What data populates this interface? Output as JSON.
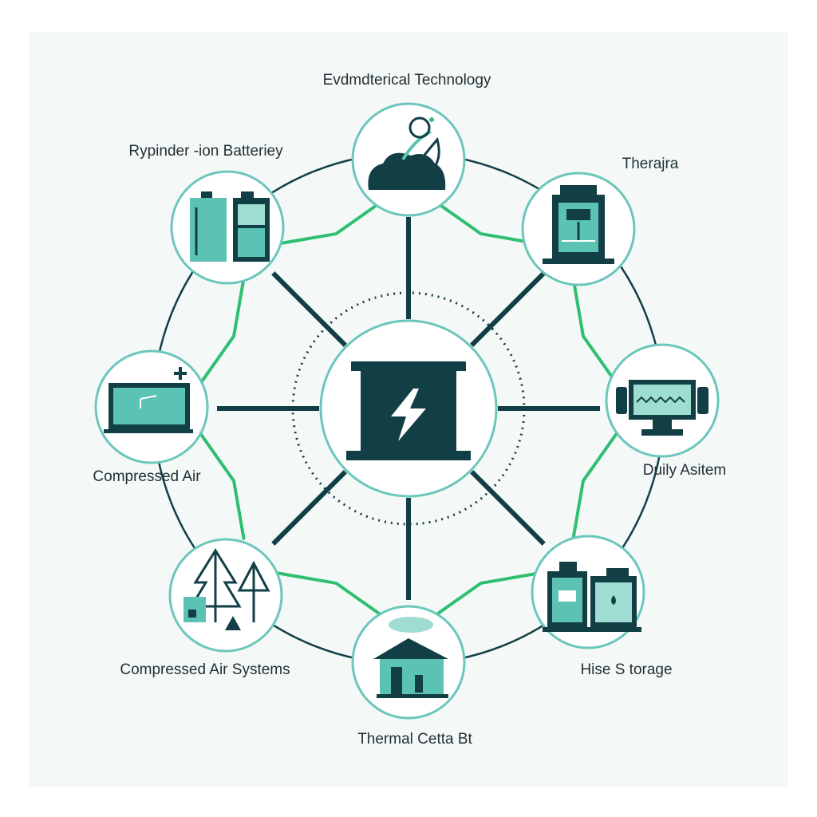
{
  "colors": {
    "background": "#f4f9f8",
    "dark": "#123f45",
    "teal": "#5cc2b4",
    "teal_light": "#9fdcd2",
    "green": "#2fbf71",
    "ring": "#6cc6bb"
  },
  "hub": {
    "icon": "lightning-battery-icon"
  },
  "nodes": [
    {
      "label": "Evdmdterical Technology",
      "icon": "hand-cloud-icon"
    },
    {
      "label": "Therajra",
      "icon": "thermal-machine-icon"
    },
    {
      "label": "Duily Asitem",
      "icon": "monitor-wave-icon"
    },
    {
      "label": "Hise S torage",
      "icon": "storage-cabinets-icon"
    },
    {
      "label": "Thermal Cetta Bt",
      "icon": "house-cloud-icon"
    },
    {
      "label": "Compressed Air Systems",
      "icon": "forest-cabin-icon"
    },
    {
      "label": "Compressed Air",
      "icon": "battery-plus-icon"
    },
    {
      "label": "Rypinder -ion Batteriey",
      "icon": "battery-cells-icon"
    }
  ]
}
